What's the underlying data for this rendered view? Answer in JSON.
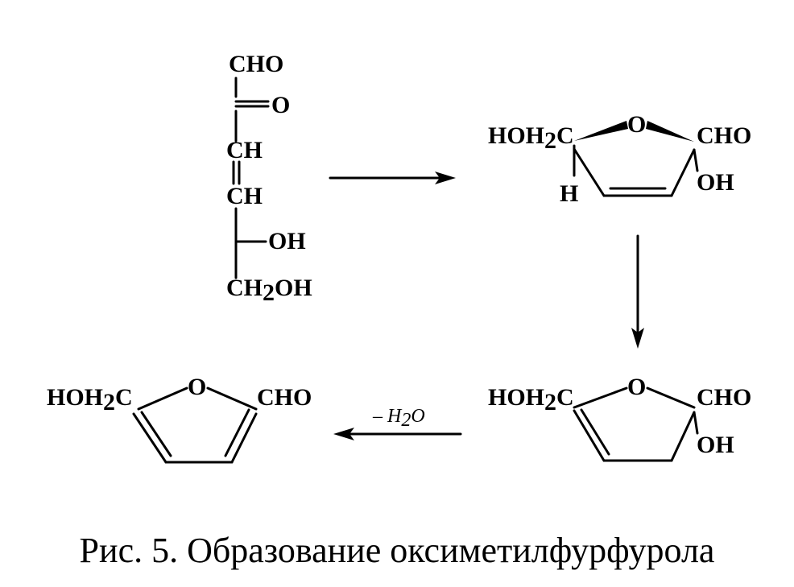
{
  "scheme": {
    "chain": {
      "c1": "CHO",
      "c2_o": "O",
      "c3": "CH",
      "c4": "CH",
      "c5_oh": "OH",
      "c6": "CH2OH"
    },
    "ring_intermediate_1": {
      "left": "HOH2C",
      "o": "O",
      "right": "CHO",
      "h": "H",
      "oh": "OH"
    },
    "ring_intermediate_2": {
      "left": "HOH2C",
      "o": "O",
      "right": "CHO",
      "oh": "OH"
    },
    "product": {
      "left": "HOH2C",
      "o": "O",
      "right": "CHO"
    },
    "arrow_condition": "– H2O"
  },
  "caption": "Рис. 5. Образование оксиметилфурфурола"
}
